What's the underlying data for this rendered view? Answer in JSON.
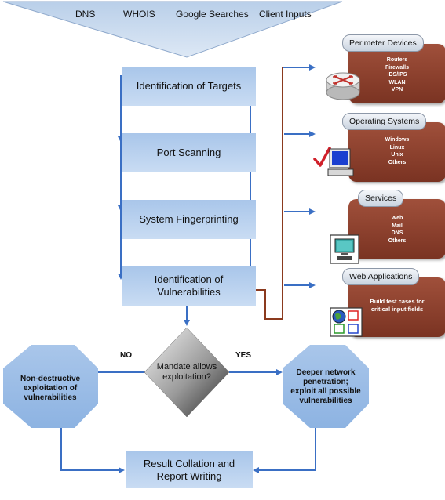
{
  "inputs": [
    "DNS",
    "WHOIS",
    "Google Searches",
    "Client Inputs"
  ],
  "steps": [
    "Identification of Targets",
    "Port Scanning",
    "System Fingerprinting",
    "Identification of Vulnerabilities"
  ],
  "decision": "Mandate allows exploitation?",
  "no_label": "NO",
  "yes_label": "YES",
  "left_action": "Non-destructive exploitation of vulnerabilities",
  "right_action": "Deeper network penetration; exploit all possible vulnerabilities",
  "result": "Result Collation and Report Writing",
  "categories": [
    {
      "title": "Perimeter Devices",
      "items": [
        "Routers",
        "Firewalls",
        "IDS/IPS",
        "WLAN",
        "VPN"
      ],
      "icon": "router-icon"
    },
    {
      "title": "Operating Systems",
      "items": [
        "Windows",
        "Linux",
        "Unix",
        "Others"
      ],
      "icon": "computer-checkmark-icon"
    },
    {
      "title": "Services",
      "items": [
        "Web",
        "Mail",
        "DNS",
        "Others"
      ],
      "icon": "monitor-icon"
    },
    {
      "title": "Web Applications",
      "items": [
        "Build test cases for",
        "critical input fields"
      ],
      "icon": "web-window-icon"
    }
  ],
  "colors": {
    "flow_blue": "#3a6fc4",
    "step_fill": "#b8d0ee",
    "category_fill": "#8a3f2c",
    "connector": "#8b3a1e"
  }
}
